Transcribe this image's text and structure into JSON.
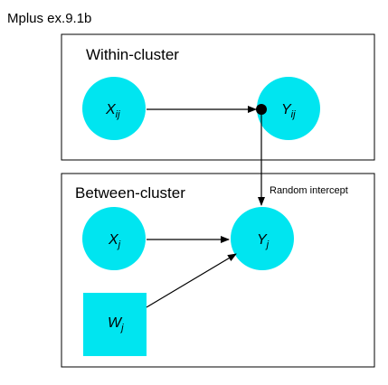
{
  "header": {
    "title": "Mplus ex.9.1b"
  },
  "colors": {
    "node_fill": "#00e5f0",
    "border": "#000000",
    "text": "#000000",
    "background": "#ffffff"
  },
  "within_panel": {
    "label": "Within-cluster",
    "nodes": {
      "x": {
        "base": "X",
        "sub": "ij"
      },
      "y": {
        "base": "Y",
        "sub": "ij"
      }
    }
  },
  "between_panel": {
    "label": "Between-cluster",
    "nodes": {
      "x": {
        "base": "X",
        "sub": "j"
      },
      "y": {
        "base": "Y",
        "sub": "j"
      },
      "w": {
        "base": "W",
        "sub": "j"
      }
    }
  },
  "annotations": {
    "random_intercept": "Random intercept"
  }
}
